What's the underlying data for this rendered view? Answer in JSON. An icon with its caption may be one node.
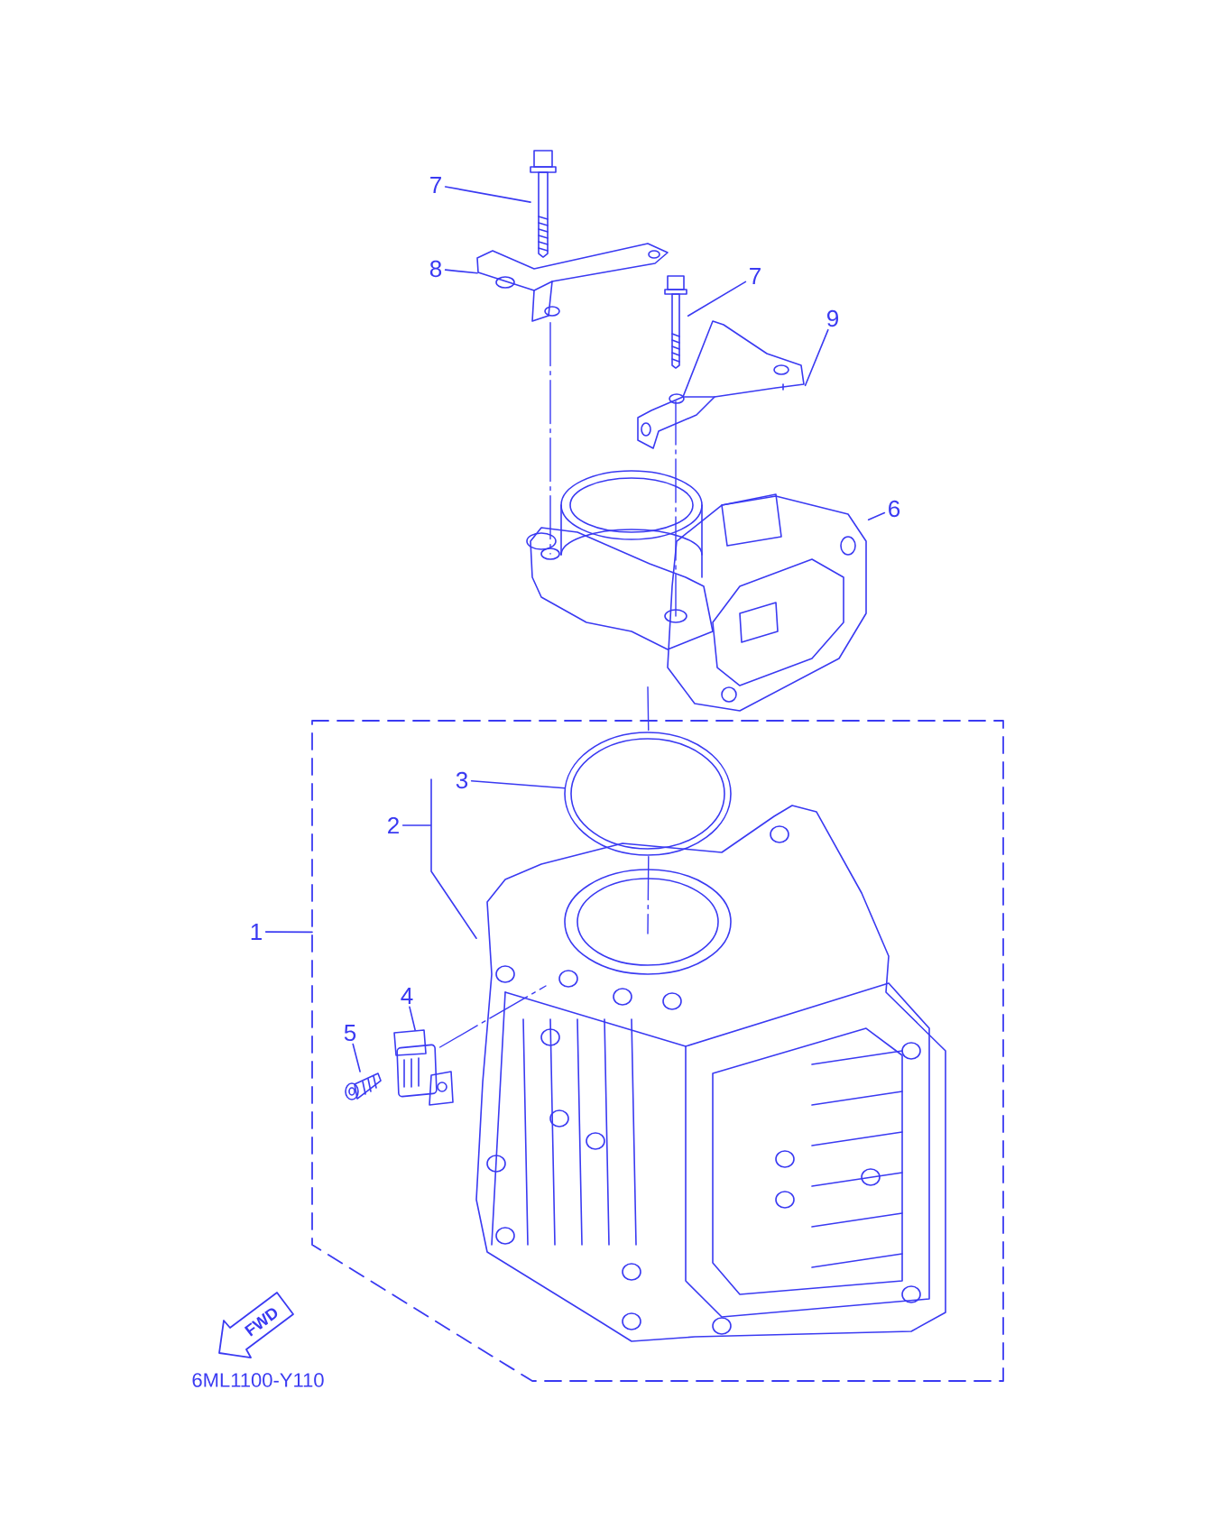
{
  "diagram": {
    "nodes": [
      {
        "text": [
          "7"
        ]
      },
      {
        "text": [],
        "shape": "picture"
      },
      {
        "text": [
          "8"
        ]
      },
      {
        "text": [],
        "shape": "picture"
      },
      {
        "text": [
          "7"
        ]
      },
      {
        "text": [],
        "shape": "picture"
      },
      {
        "text": [
          "9"
        ]
      },
      {
        "text": [],
        "shape": "picture"
      },
      {
        "text": [
          "6"
        ]
      },
      {
        "text": [],
        "shape": "picture"
      },
      {
        "text": [
          "1"
        ]
      },
      {
        "text": [],
        "shape": "box"
      },
      {
        "text": [
          "3"
        ],
        "in": 11
      },
      {
        "text": [],
        "shape": "picture",
        "in": 11
      },
      {
        "text": [
          "2"
        ],
        "in": 11
      },
      {
        "text": [],
        "shape": "picture",
        "in": 11
      },
      {
        "text": [
          "4"
        ],
        "in": 11
      },
      {
        "text": [],
        "shape": "picture",
        "in": 11
      },
      {
        "text": [
          "5"
        ],
        "in": 11
      },
      {
        "text": [],
        "shape": "picture",
        "in": 11
      }
    ],
    "edges": [
      {
        "from": 0,
        "to": 1,
        "arrow": "none"
      },
      {
        "from": 2,
        "to": 3,
        "arrow": "none"
      },
      {
        "from": 4,
        "to": 5,
        "arrow": "none"
      },
      {
        "from": 6,
        "to": 7,
        "arrow": "none"
      },
      {
        "from": 8,
        "to": 9,
        "arrow": "none"
      },
      {
        "from": 10,
        "to": 11,
        "arrow": "none"
      },
      {
        "from": 12,
        "to": 13,
        "arrow": "none"
      },
      {
        "from": 14,
        "to": 15,
        "arrow": "none"
      },
      {
        "from": 16,
        "to": 17,
        "arrow": "none"
      },
      {
        "from": 18,
        "to": 19,
        "arrow": "none"
      },
      {
        "from": 3,
        "to": 9,
        "arrow": "none",
        "style": "dashed"
      },
      {
        "from": 7,
        "to": 9,
        "arrow": "none",
        "style": "dashed"
      },
      {
        "from": 9,
        "to": 13,
        "arrow": "none",
        "style": "dashed"
      },
      {
        "from": 13,
        "to": 15,
        "arrow": "none",
        "style": "dashed"
      },
      {
        "from": 17,
        "to": 15,
        "arrow": "none",
        "style": "dashed"
      }
    ],
    "labels": [
      "FWD",
      "6ML1100-Y110"
    ]
  }
}
